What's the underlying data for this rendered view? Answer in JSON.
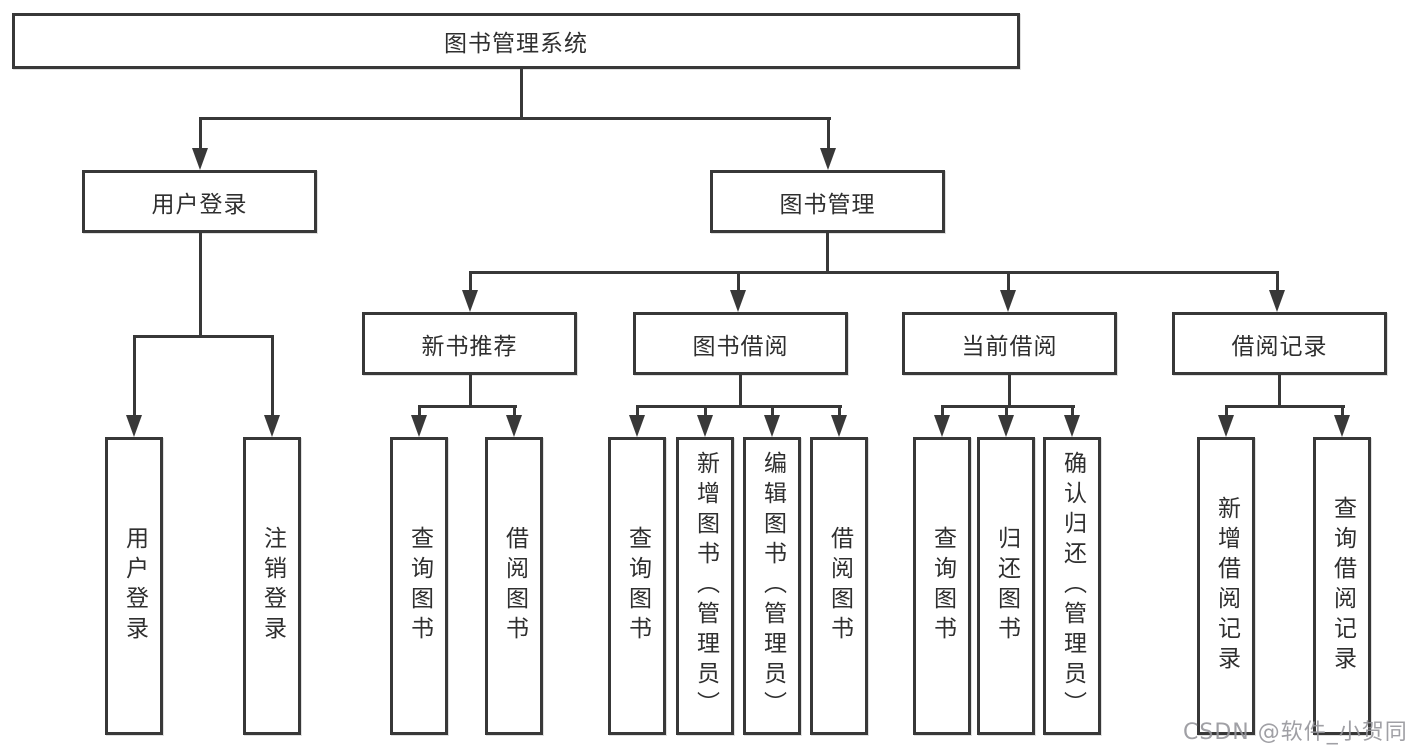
{
  "diagram": {
    "root": {
      "label": "图书管理系统"
    },
    "level2": [
      {
        "label": "用户登录"
      },
      {
        "label": "图书管理"
      }
    ],
    "level3": [
      {
        "parent": "图书管理",
        "label": "新书推荐"
      },
      {
        "parent": "图书管理",
        "label": "图书借阅"
      },
      {
        "parent": "图书管理",
        "label": "当前借阅"
      },
      {
        "parent": "图书管理",
        "label": "借阅记录"
      }
    ],
    "leaves": [
      {
        "parent": "用户登录",
        "label": "用户登录"
      },
      {
        "parent": "用户登录",
        "label": "注销登录"
      },
      {
        "parent": "新书推荐",
        "label": "查询图书"
      },
      {
        "parent": "新书推荐",
        "label": "借阅图书"
      },
      {
        "parent": "图书借阅",
        "label": "查询图书"
      },
      {
        "parent": "图书借阅",
        "label": "新增图书（管理员）"
      },
      {
        "parent": "图书借阅",
        "label": "编辑图书（管理员）"
      },
      {
        "parent": "图书借阅",
        "label": "借阅图书"
      },
      {
        "parent": "当前借阅",
        "label": "查询图书"
      },
      {
        "parent": "当前借阅",
        "label": "归还图书"
      },
      {
        "parent": "当前借阅",
        "label": "确认归还（管理员）"
      },
      {
        "parent": "借阅记录",
        "label": "新增借阅记录"
      },
      {
        "parent": "借阅记录",
        "label": "查询借阅记录"
      }
    ],
    "colors": {
      "line": "#383838",
      "text": "#2f2f2f",
      "background": "#ffffff",
      "watermark": "#96969b"
    }
  },
  "watermark": {
    "text": "CSDN @软件_小贺同学"
  }
}
